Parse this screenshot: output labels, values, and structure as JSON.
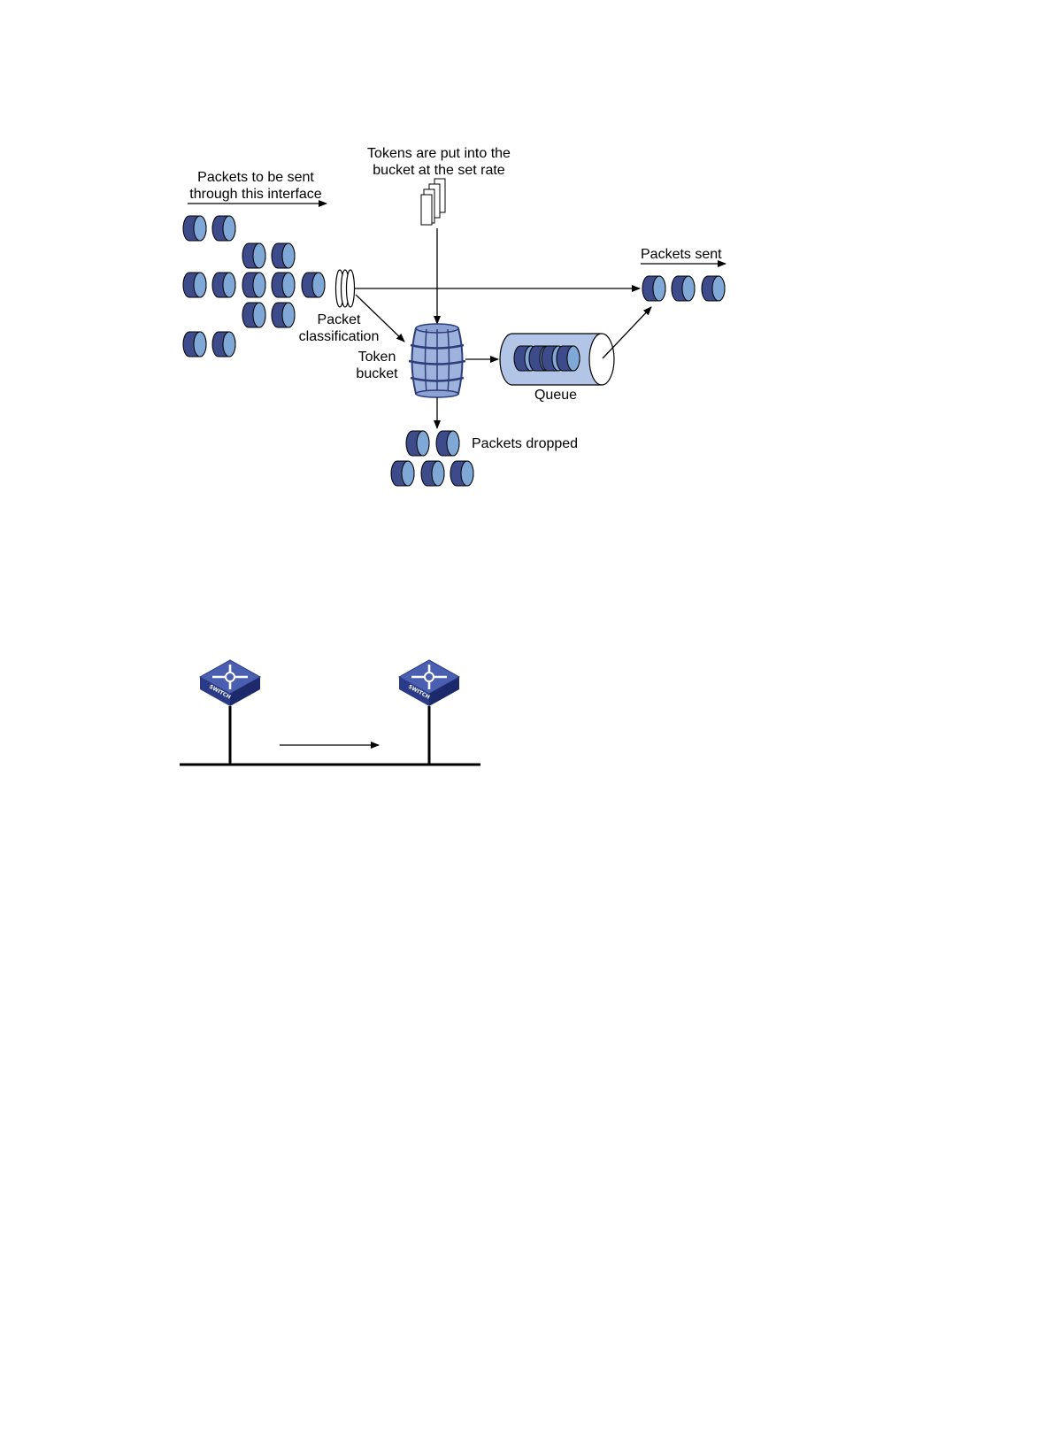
{
  "colors": {
    "packet_dark": "#3d4b8a",
    "packet_light": "#7fa8d6",
    "barrel_fill": "#9db3dd",
    "barrel_stroke": "#2e3c78",
    "queue_fill": "#b3c5e6",
    "switch_top": "#4a5fb0",
    "switch_side": "#22317a",
    "line": "#000000"
  },
  "labels": {
    "packets_to_send_1": "Packets to be sent",
    "packets_to_send_2": "through this interface",
    "tokens_1": "Tokens are put into the",
    "tokens_2": "bucket at the set rate",
    "packets_sent": "Packets sent",
    "classification_1": "Packet",
    "classification_2": "classification",
    "token_bucket_1": "Token",
    "token_bucket_2": "bucket",
    "queue": "Queue",
    "packets_dropped": "Packets dropped"
  },
  "switch_label": "SWITCH",
  "icons": {
    "packet": "packet-icon",
    "token": "token-icon",
    "classifier": "classifier-icon",
    "bucket": "token-bucket-icon",
    "queue": "queue-icon",
    "switch": "switch-icon"
  }
}
